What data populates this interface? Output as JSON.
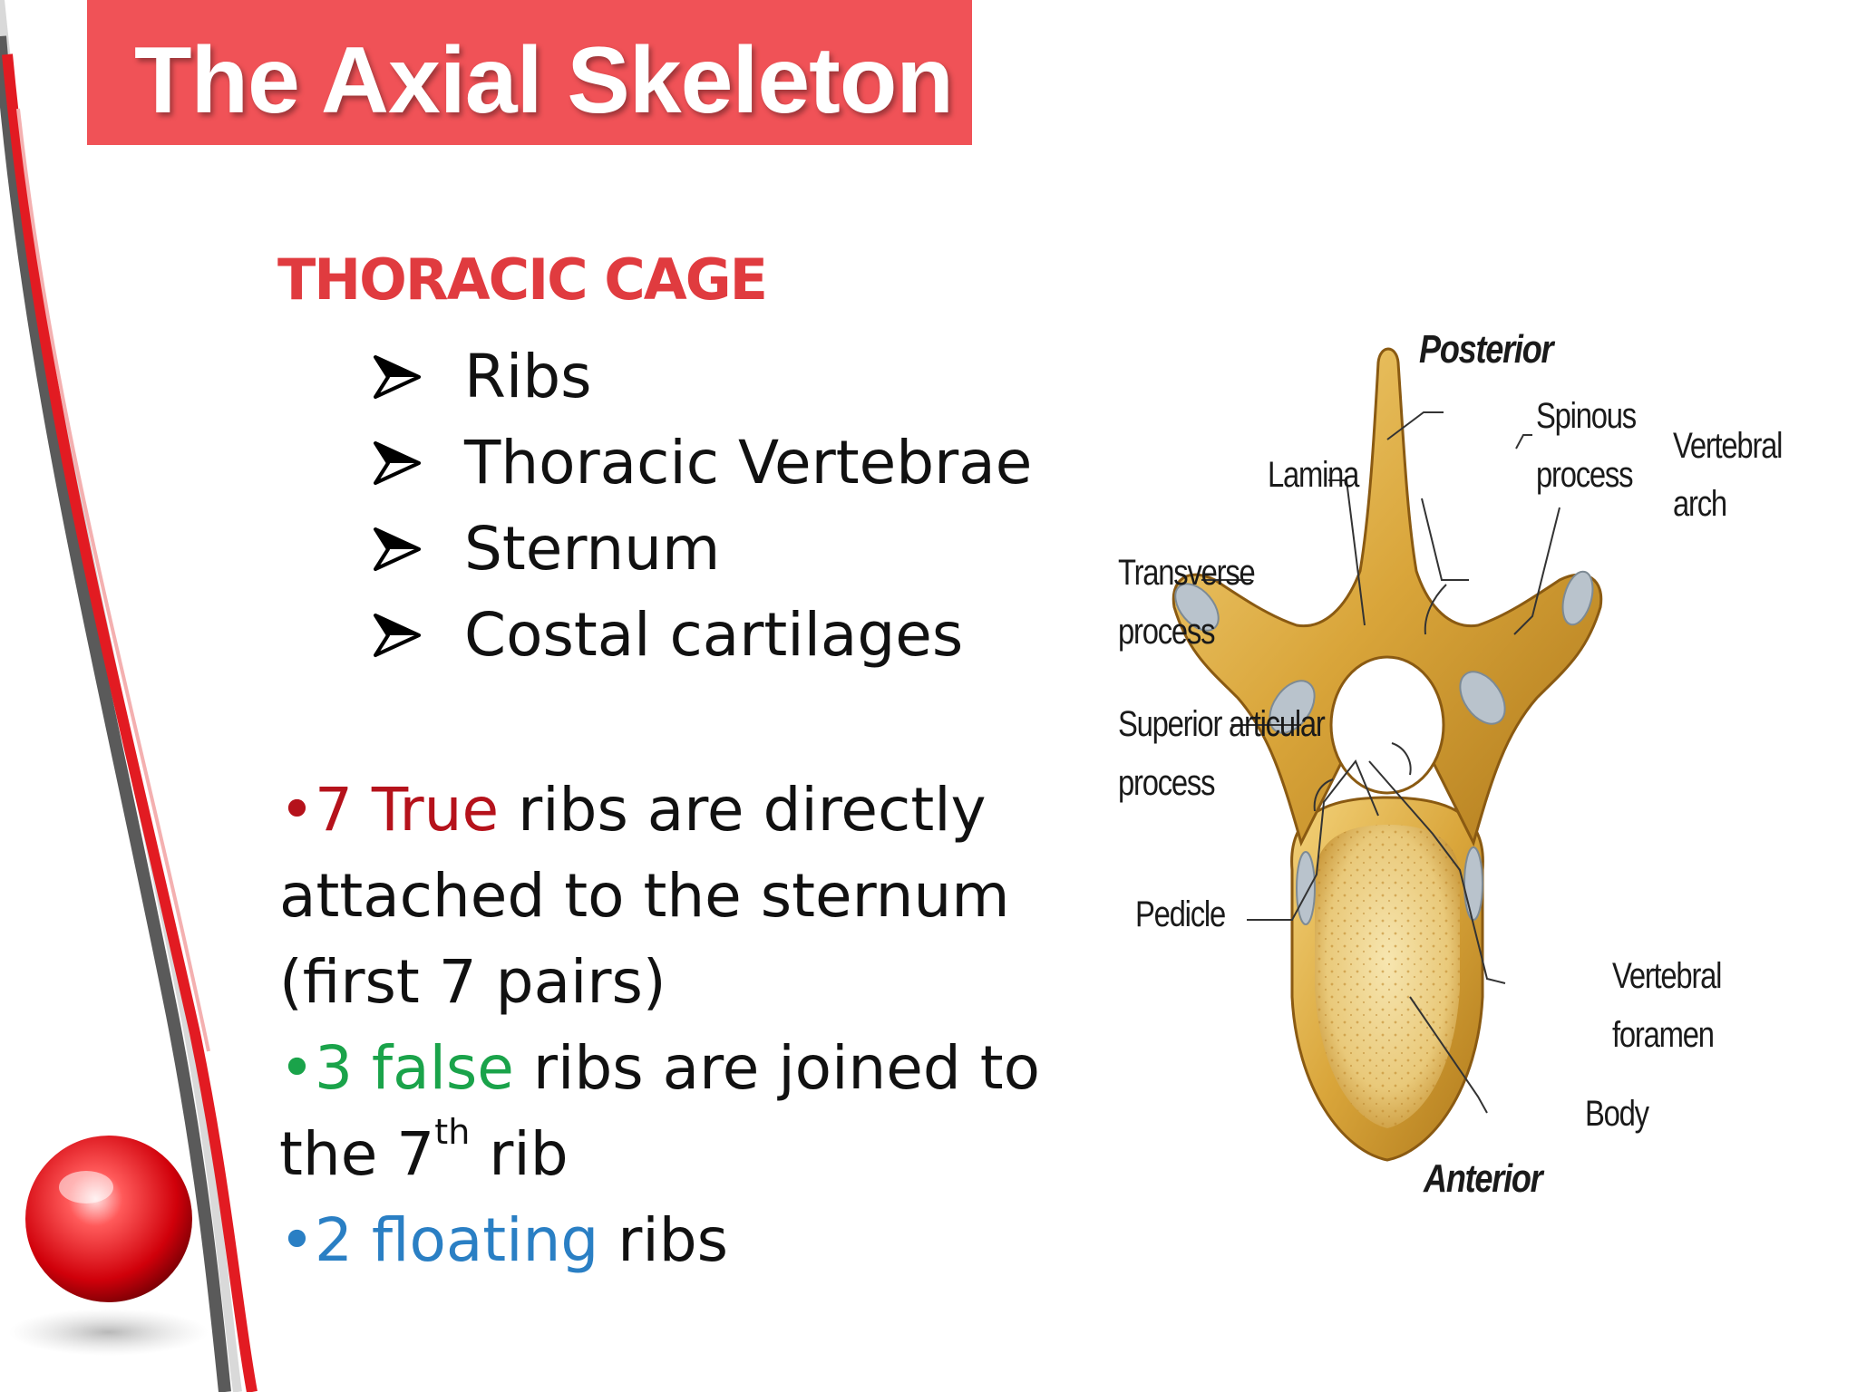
{
  "slide": {
    "title": "The Axial Skeleton",
    "heading": "THORACIC CAGE",
    "items": [
      {
        "label": "Ribs"
      },
      {
        "label": "Thoracic Vertebrae"
      },
      {
        "label": "Sternum"
      },
      {
        "label": "Costal cartilages"
      }
    ],
    "facts": {
      "true_ribs": {
        "highlight": "7 True",
        "rest": " ribs are directly",
        "line2": "attached to the sternum",
        "line3": "(first 7 pairs)"
      },
      "false_ribs": {
        "highlight": "3 false",
        "rest": " ribs are joined to",
        "line2_pre": "the 7",
        "line2_sup": "th",
        "line2_post": " rib"
      },
      "floating_ribs": {
        "highlight": "2 floating",
        "rest": " ribs"
      }
    }
  },
  "diagram": {
    "labels": {
      "posterior": "Posterior",
      "anterior": "Anterior",
      "spinous_1": "Spinous",
      "spinous_2": "process",
      "vertebral_arch_1": "Vertebral",
      "vertebral_arch_2": "arch",
      "lamina": "Lamina",
      "transverse_1": "Transverse",
      "transverse_2": "process",
      "superior_1": "Superior articular",
      "superior_2": "process",
      "pedicle": "Pedicle",
      "foramen_1": "Vertebral",
      "foramen_2": "foramen",
      "body": "Body"
    }
  },
  "colors": {
    "title_bar": "#f05257",
    "heading": "#e03b3f",
    "true": "#b5121b",
    "false": "#1aa34a",
    "floating": "#2a7fc4",
    "bone": "#d9a53a"
  }
}
